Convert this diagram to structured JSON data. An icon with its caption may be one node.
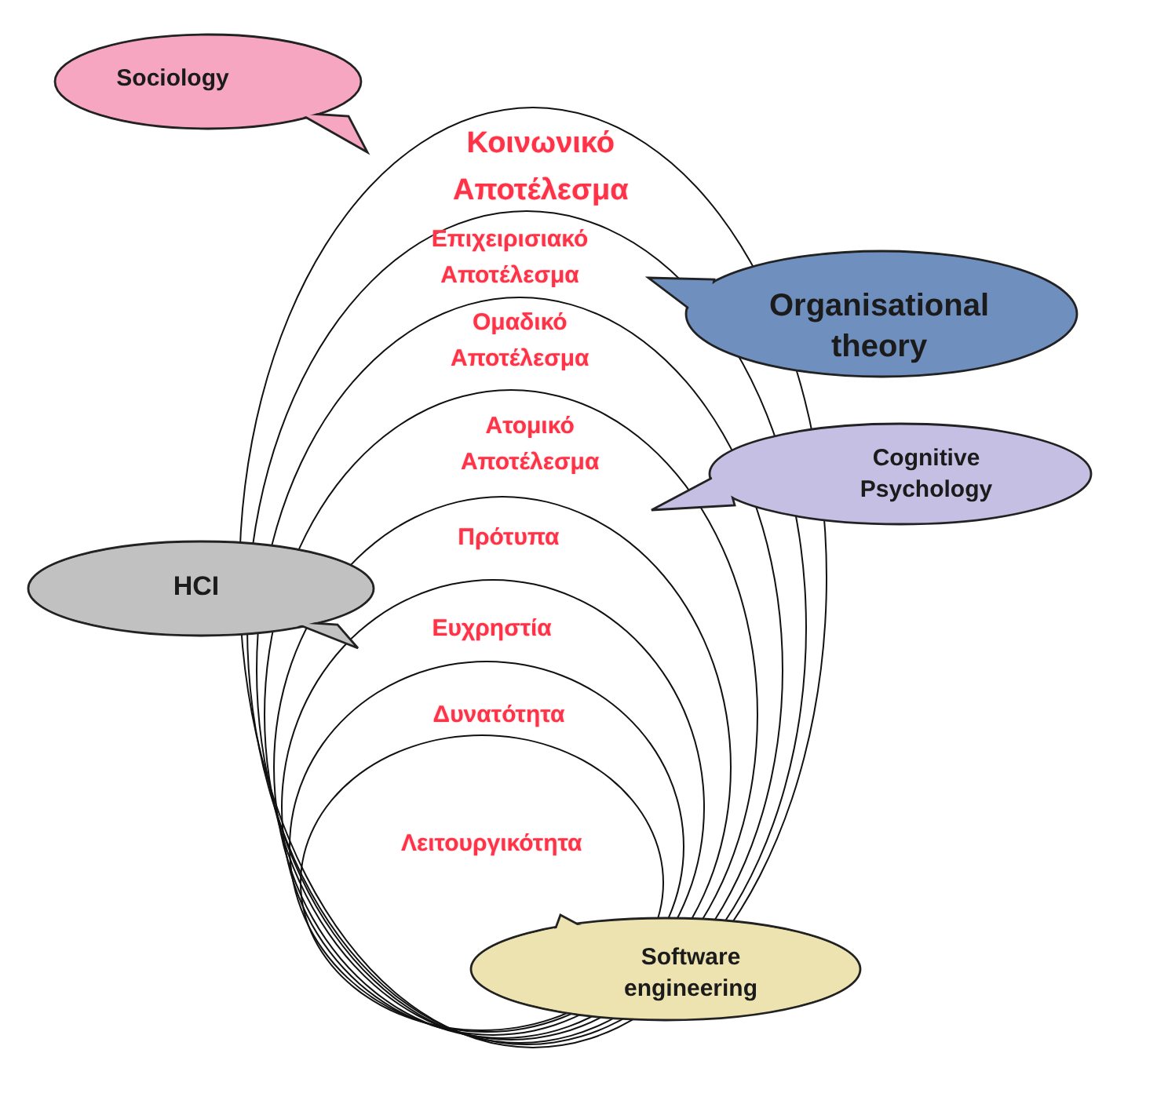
{
  "diagram": {
    "nodes": [
      {
        "text": [
          "Κοινωνικό Αποτέλεσμα"
        ]
      },
      {
        "text": [
          "Επιχειρισιακό Αποτέλεσμα"
        ],
        "in": 0
      },
      {
        "text": [
          "Ομαδικό Αποτέλεσμα"
        ],
        "in": 1
      },
      {
        "text": [
          "Ατομικό Αποτέλεσμα"
        ],
        "in": 2
      },
      {
        "text": [
          "Πρότυπα"
        ],
        "in": 3
      },
      {
        "text": [
          "Ευχρηστία"
        ],
        "in": 4
      },
      {
        "text": [
          "Δυνατότητα"
        ],
        "in": 5
      },
      {
        "text": [
          "Λειτουργικότητα"
        ],
        "in": 6
      },
      {
        "text": [
          "Sociology"
        ]
      },
      {
        "text": [
          "Organisational theory"
        ]
      },
      {
        "text": [
          "Cognitive Psychology"
        ]
      },
      {
        "text": [
          "HCI"
        ]
      },
      {
        "text": [
          "Software engineering"
        ]
      }
    ],
    "edges": []
  }
}
